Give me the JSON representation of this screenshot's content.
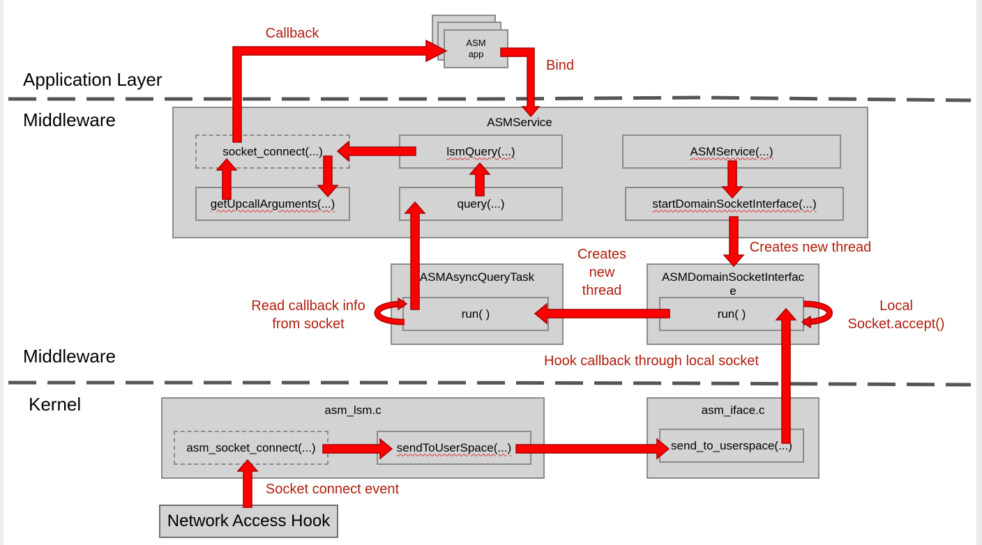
{
  "layers": {
    "application": "Application Layer",
    "middleware_top": "Middleware",
    "middleware_bottom": "Middleware",
    "kernel": "Kernel"
  },
  "app": {
    "line1": "ASM",
    "line2": "app"
  },
  "panels": {
    "asm_service": "ASMService",
    "async_task": "ASMAsyncQueryTask",
    "domain_socket_line1": "ASMDomainSocketInterfac",
    "domain_socket_line2": "e",
    "asm_lsm": "asm_lsm.c",
    "asm_iface": "asm_iface.c"
  },
  "boxes": {
    "socket_connect": "socket_connect(...)",
    "get_upcall": "getUpcallArguments(...)",
    "lsm_query": "lsmQuery(...)",
    "query": "query(...)",
    "asm_service_ctor": "ASMService(...)",
    "start_domain": "startDomainSocketInterface(...)",
    "run_async": "run( )",
    "run_domain": "run( )",
    "asm_socket_connect": "asm_socket_connect(...)",
    "send_to_user_space": "sendToUserSpace(...)",
    "send_to_userspace": "send_to_userspace(...)",
    "network_hook": "Network Access Hook"
  },
  "labels": {
    "callback": "Callback",
    "bind": "Bind",
    "creates_new_thread_right": "Creates new thread",
    "creates_line1": "Creates",
    "creates_line2": "new",
    "creates_line3": "thread",
    "read_line1": "Read callback info",
    "read_line2": "from socket",
    "local_line1": "Local",
    "local_line2": "Socket.accept()",
    "hook_callback": "Hook callback through local socket",
    "socket_event": "Socket connect event"
  },
  "colors": {
    "arrow_fill": "#ff0000",
    "label_red": "#b01c0c",
    "box_fill": "#d3d3d3",
    "box_border": "#8a8a8a",
    "divider": "#555555"
  }
}
